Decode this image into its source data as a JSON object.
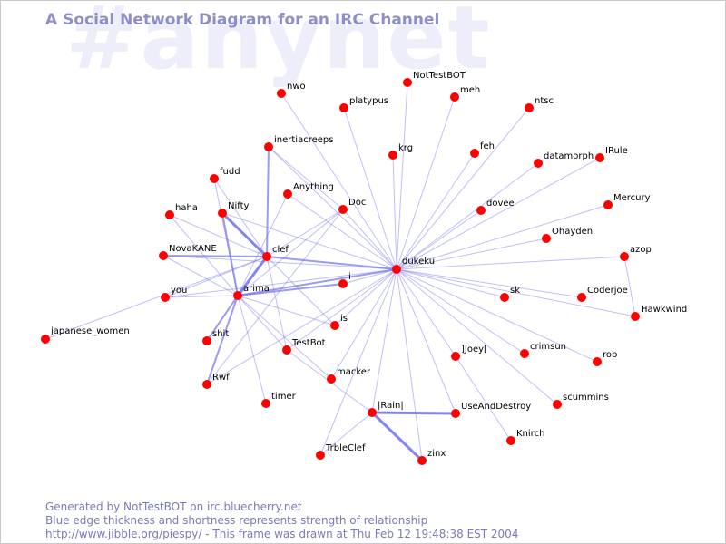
{
  "watermark": "#anynet",
  "title": "A Social Network Diagram for an IRC Channel",
  "colors": {
    "node": "#ff0000",
    "edge": "#7070ee",
    "title": "#8f8fc8",
    "watermark": "#eeeefa",
    "footer": "#7a7ab8"
  },
  "footer": {
    "line1": "Generated by NotTestBOT on irc.bluecherry.net",
    "line2": "Blue edge thickness and shortness represents strength of relationship",
    "line3": "http://www.jibble.org/piespy/ - This frame was drawn at Thu Feb 12 19:48:38 EST 2004"
  },
  "nodes": [
    {
      "id": "nwo",
      "label": "nwo"
    },
    {
      "id": "NotTestBOT",
      "label": "NotTestBOT"
    },
    {
      "id": "meh",
      "label": "meh"
    },
    {
      "id": "platypus",
      "label": "platypus"
    },
    {
      "id": "ntsc",
      "label": "ntsc"
    },
    {
      "id": "inertiacreeps",
      "label": "inertiacreeps"
    },
    {
      "id": "krg",
      "label": "krg"
    },
    {
      "id": "feh",
      "label": "feh"
    },
    {
      "id": "datamorph",
      "label": "datamorph"
    },
    {
      "id": "IRule",
      "label": "IRule"
    },
    {
      "id": "fudd",
      "label": "fudd"
    },
    {
      "id": "Anything",
      "label": "Anything"
    },
    {
      "id": "Mercury",
      "label": "Mercury"
    },
    {
      "id": "haha",
      "label": "haha"
    },
    {
      "id": "Nifty",
      "label": "Nifty"
    },
    {
      "id": "Doc",
      "label": "Doc"
    },
    {
      "id": "dovee",
      "label": "dovee"
    },
    {
      "id": "Ohayden",
      "label": "Ohayden"
    },
    {
      "id": "NovaKANE",
      "label": "NovaKANE"
    },
    {
      "id": "clef",
      "label": "clef"
    },
    {
      "id": "azop",
      "label": "azop"
    },
    {
      "id": "dukeku",
      "label": "dukeku"
    },
    {
      "id": "i",
      "label": "i"
    },
    {
      "id": "you",
      "label": "you"
    },
    {
      "id": "arima",
      "label": "arima"
    },
    {
      "id": "sk",
      "label": "sk"
    },
    {
      "id": "Coderjoe",
      "label": "Coderjoe"
    },
    {
      "id": "Hawkwind",
      "label": "Hawkwind"
    },
    {
      "id": "is",
      "label": "is"
    },
    {
      "id": "japanese_women",
      "label": "japanese_women"
    },
    {
      "id": "shit",
      "label": "shit"
    },
    {
      "id": "TestBot",
      "label": "TestBot"
    },
    {
      "id": "Joey",
      "label": "]Joey["
    },
    {
      "id": "crimsun",
      "label": "crimsun"
    },
    {
      "id": "rob",
      "label": "rob"
    },
    {
      "id": "Rwf",
      "label": "Rwf"
    },
    {
      "id": "macker",
      "label": "macker"
    },
    {
      "id": "timer",
      "label": "timer"
    },
    {
      "id": "Rain",
      "label": "|Rain|"
    },
    {
      "id": "UseAndDestroy",
      "label": "UseAndDestroy"
    },
    {
      "id": "scummins",
      "label": "scummins"
    },
    {
      "id": "Knirch",
      "label": "Knirch"
    },
    {
      "id": "TrbleClef",
      "label": "TrbleClef"
    },
    {
      "id": "zinx",
      "label": "zinx"
    }
  ],
  "edges": [
    {
      "from": "dukeku",
      "to": "nwo",
      "weight": 1
    },
    {
      "from": "dukeku",
      "to": "NotTestBOT",
      "weight": 1
    },
    {
      "from": "dukeku",
      "to": "meh",
      "weight": 1
    },
    {
      "from": "dukeku",
      "to": "platypus",
      "weight": 1
    },
    {
      "from": "dukeku",
      "to": "ntsc",
      "weight": 1
    },
    {
      "from": "dukeku",
      "to": "inertiacreeps",
      "weight": 1
    },
    {
      "from": "dukeku",
      "to": "krg",
      "weight": 1
    },
    {
      "from": "dukeku",
      "to": "feh",
      "weight": 1
    },
    {
      "from": "dukeku",
      "to": "datamorph",
      "weight": 1
    },
    {
      "from": "dukeku",
      "to": "IRule",
      "weight": 1
    },
    {
      "from": "dukeku",
      "to": "Mercury",
      "weight": 1
    },
    {
      "from": "dukeku",
      "to": "Anything",
      "weight": 1
    },
    {
      "from": "dukeku",
      "to": "Doc",
      "weight": 1
    },
    {
      "from": "dukeku",
      "to": "Nifty",
      "weight": 1
    },
    {
      "from": "dukeku",
      "to": "dovee",
      "weight": 1
    },
    {
      "from": "dukeku",
      "to": "Ohayden",
      "weight": 1
    },
    {
      "from": "dukeku",
      "to": "clef",
      "weight": 2
    },
    {
      "from": "dukeku",
      "to": "NovaKANE",
      "weight": 1
    },
    {
      "from": "dukeku",
      "to": "azop",
      "weight": 1
    },
    {
      "from": "dukeku",
      "to": "i",
      "weight": 1
    },
    {
      "from": "dukeku",
      "to": "arima",
      "weight": 2
    },
    {
      "from": "dukeku",
      "to": "you",
      "weight": 1
    },
    {
      "from": "dukeku",
      "to": "sk",
      "weight": 1
    },
    {
      "from": "dukeku",
      "to": "Coderjoe",
      "weight": 1
    },
    {
      "from": "dukeku",
      "to": "Hawkwind",
      "weight": 1
    },
    {
      "from": "dukeku",
      "to": "is",
      "weight": 1
    },
    {
      "from": "dukeku",
      "to": "TestBot",
      "weight": 1
    },
    {
      "from": "dukeku",
      "to": "Joey",
      "weight": 1
    },
    {
      "from": "dukeku",
      "to": "crimsun",
      "weight": 1
    },
    {
      "from": "dukeku",
      "to": "rob",
      "weight": 1
    },
    {
      "from": "dukeku",
      "to": "Rwf",
      "weight": 1
    },
    {
      "from": "dukeku",
      "to": "macker",
      "weight": 1
    },
    {
      "from": "dukeku",
      "to": "Rain",
      "weight": 1
    },
    {
      "from": "dukeku",
      "to": "UseAndDestroy",
      "weight": 1
    },
    {
      "from": "dukeku",
      "to": "scummins",
      "weight": 1
    },
    {
      "from": "dukeku",
      "to": "TrbleClef",
      "weight": 1
    },
    {
      "from": "dukeku",
      "to": "zinx",
      "weight": 1
    },
    {
      "from": "clef",
      "to": "inertiacreeps",
      "weight": 2
    },
    {
      "from": "clef",
      "to": "fudd",
      "weight": 1
    },
    {
      "from": "clef",
      "to": "Nifty",
      "weight": 3
    },
    {
      "from": "clef",
      "to": "haha",
      "weight": 1
    },
    {
      "from": "clef",
      "to": "NovaKANE",
      "weight": 2
    },
    {
      "from": "clef",
      "to": "arima",
      "weight": 3
    },
    {
      "from": "clef",
      "to": "is",
      "weight": 1
    },
    {
      "from": "clef",
      "to": "TestBot",
      "weight": 1
    },
    {
      "from": "clef",
      "to": "you",
      "weight": 1
    },
    {
      "from": "clef",
      "to": "Doc",
      "weight": 1
    },
    {
      "from": "arima",
      "to": "Nifty",
      "weight": 2
    },
    {
      "from": "arima",
      "to": "fudd",
      "weight": 1
    },
    {
      "from": "arima",
      "to": "haha",
      "weight": 1
    },
    {
      "from": "arima",
      "to": "NovaKANE",
      "weight": 1
    },
    {
      "from": "arima",
      "to": "you",
      "weight": 1
    },
    {
      "from": "arima",
      "to": "shit",
      "weight": 2
    },
    {
      "from": "arima",
      "to": "Rwf",
      "weight": 2
    },
    {
      "from": "arima",
      "to": "timer",
      "weight": 1
    },
    {
      "from": "arima",
      "to": "macker",
      "weight": 1
    },
    {
      "from": "arima",
      "to": "TestBot",
      "weight": 1
    },
    {
      "from": "arima",
      "to": "i",
      "weight": 2
    },
    {
      "from": "arima",
      "to": "Anything",
      "weight": 1
    },
    {
      "from": "arima",
      "to": "Doc",
      "weight": 1
    },
    {
      "from": "arima",
      "to": "is",
      "weight": 1
    },
    {
      "from": "inertiacreeps",
      "to": "Doc",
      "weight": 1
    },
    {
      "from": "japanese_women",
      "to": "clef",
      "weight": 1
    },
    {
      "from": "Rwf",
      "to": "Doc",
      "weight": 1
    },
    {
      "from": "azop",
      "to": "Hawkwind",
      "weight": 1
    },
    {
      "from": "Rain",
      "to": "UseAndDestroy",
      "weight": 3
    },
    {
      "from": "Rain",
      "to": "zinx",
      "weight": 3
    },
    {
      "from": "Rain",
      "to": "TrbleClef",
      "weight": 1
    },
    {
      "from": "Rain",
      "to": "TestBot",
      "weight": 1
    },
    {
      "from": "Joey",
      "to": "Knirch",
      "weight": 1
    }
  ]
}
